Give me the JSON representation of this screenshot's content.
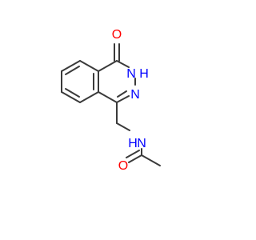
{
  "molecule": {
    "atoms": {
      "carbonyl_oxygen": {
        "symbol": "O",
        "color": "#ff0000"
      },
      "ring_nh": {
        "symbol": "N",
        "suffix": "H",
        "color": "#0000ff"
      },
      "ring_n": {
        "symbol": "N",
        "color": "#0000ff"
      },
      "amide_nh": {
        "symbol": "N",
        "prefix": "H",
        "color": "#0000ff"
      },
      "amide_oxygen": {
        "symbol": "O",
        "color": "#ff0000"
      }
    },
    "bond_color": "#3a3a3a"
  }
}
